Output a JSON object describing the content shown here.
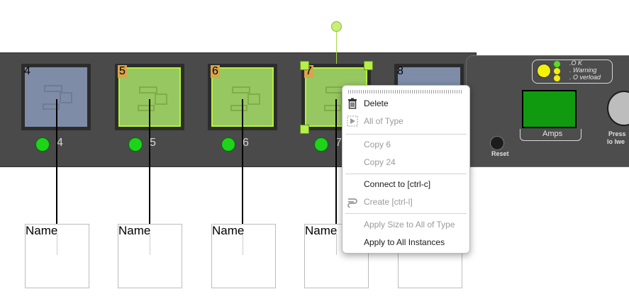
{
  "outlets": [
    {
      "number": "4",
      "led_label": "4",
      "state": "normal"
    },
    {
      "number": "5",
      "led_label": "5",
      "state": "selected"
    },
    {
      "number": "6",
      "led_label": "6",
      "state": "selected"
    },
    {
      "number": "7",
      "led_label": "7",
      "state": "selected"
    },
    {
      "number": "8",
      "led_label": "",
      "state": "normal"
    }
  ],
  "labels": [
    "Name",
    "Name",
    "Name",
    "Name",
    ""
  ],
  "status_panel": {
    "ok": ".O K",
    "warning": ". Warning",
    "overload": ". O verload",
    "amps": "Amps",
    "reset": "Reset",
    "press_line1": "Press",
    "press_line2": "lo lwe"
  },
  "context_menu": {
    "delete": "Delete",
    "all_of_type": "All of Type",
    "copy_6": "Copy 6",
    "copy_24": "Copy 24",
    "connect_to": "Connect to [ctrl-c]",
    "create": "Create [ctrl-l]",
    "apply_size": "Apply Size to All of Type",
    "apply_all": "Apply to All Instances"
  },
  "colors": {
    "selected_fill": "#97c761",
    "selected_border": "#b5f23a",
    "normal_fill": "#7f8ca8",
    "led_green": "#1ed41b",
    "panel_dark": "#4a4a4a"
  }
}
